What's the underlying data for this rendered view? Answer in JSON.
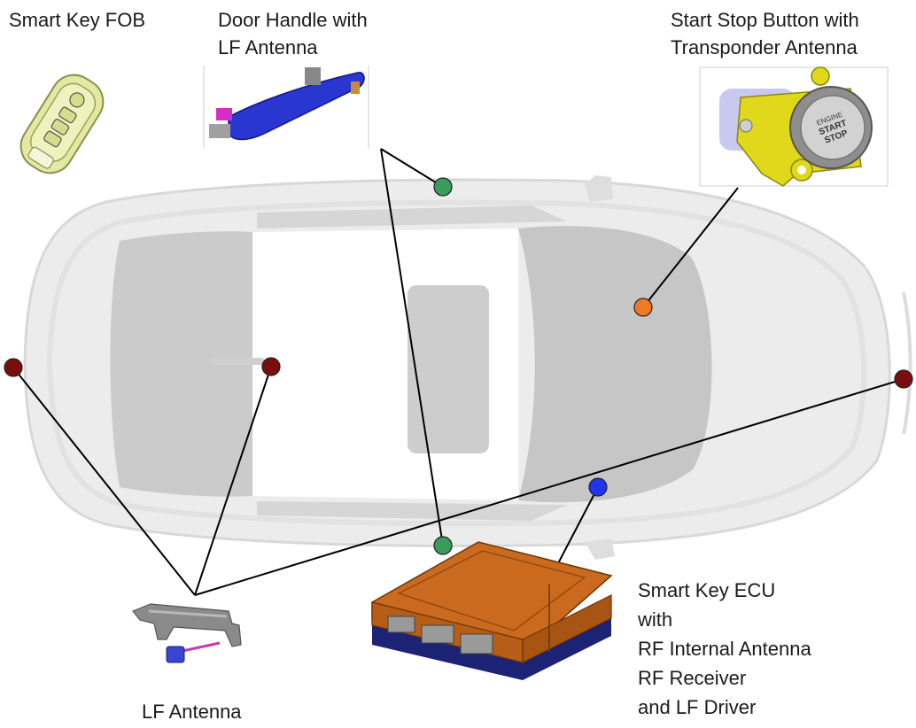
{
  "labels": {
    "smart_key_fob": "Smart Key FOB",
    "door_handle": [
      "Door Handle with",
      "LF Antenna"
    ],
    "start_stop": [
      "Start Stop Button with",
      "Transponder Antenna"
    ],
    "lf_antenna": "LF Antenna",
    "ecu": [
      "Smart Key ECU",
      "with",
      "RF Internal Antenna",
      "RF Receiver",
      "and LF Driver"
    ]
  },
  "button_text": [
    "ENGINE",
    "START",
    "STOP"
  ],
  "colors": {
    "door_handle_marker": "#3a9b5c",
    "start_stop_marker": "#f07a22",
    "lf_antenna_marker": "#7a0e0e",
    "ecu_marker": "#2233ee",
    "car_body": "#e6e6e6",
    "glass": "#c9c9c9",
    "ecu_housing": "#c96a1e",
    "door_handle": "#2a36d0",
    "start_stop_bracket": "#e0d81a"
  },
  "icons": {
    "fob": "smart-key-fob-icon",
    "door_handle": "door-handle-icon",
    "start_stop": "start-stop-button-icon",
    "lf_antenna": "lf-antenna-icon",
    "ecu": "smart-key-ecu-icon",
    "car": "car-top-view-icon"
  }
}
